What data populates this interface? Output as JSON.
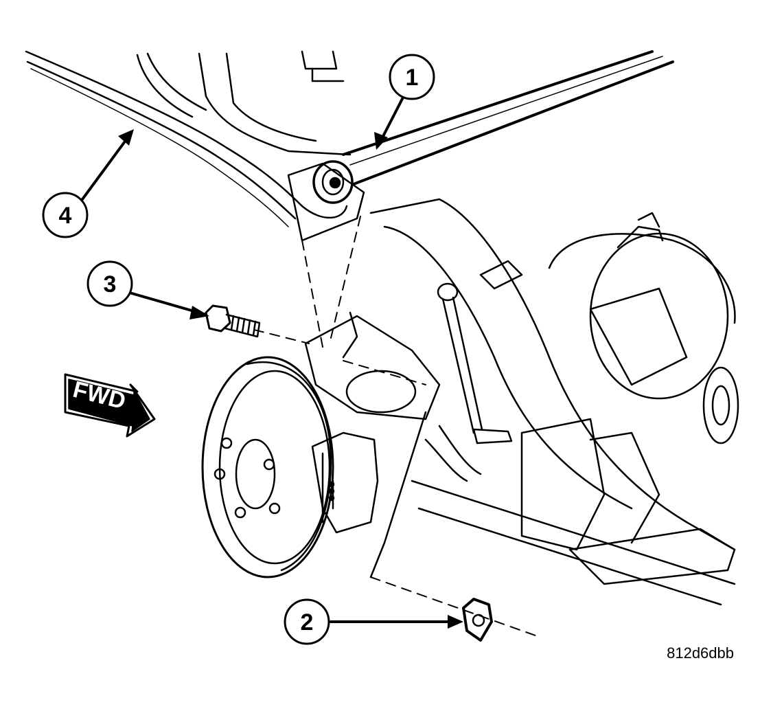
{
  "figure": {
    "id": "812d6dbb",
    "direction_label": "FWD",
    "callouts": [
      {
        "number": "1"
      },
      {
        "number": "2"
      },
      {
        "number": "3"
      },
      {
        "number": "4"
      }
    ]
  },
  "colors": {
    "ink": "#000000",
    "paper": "#ffffff"
  }
}
